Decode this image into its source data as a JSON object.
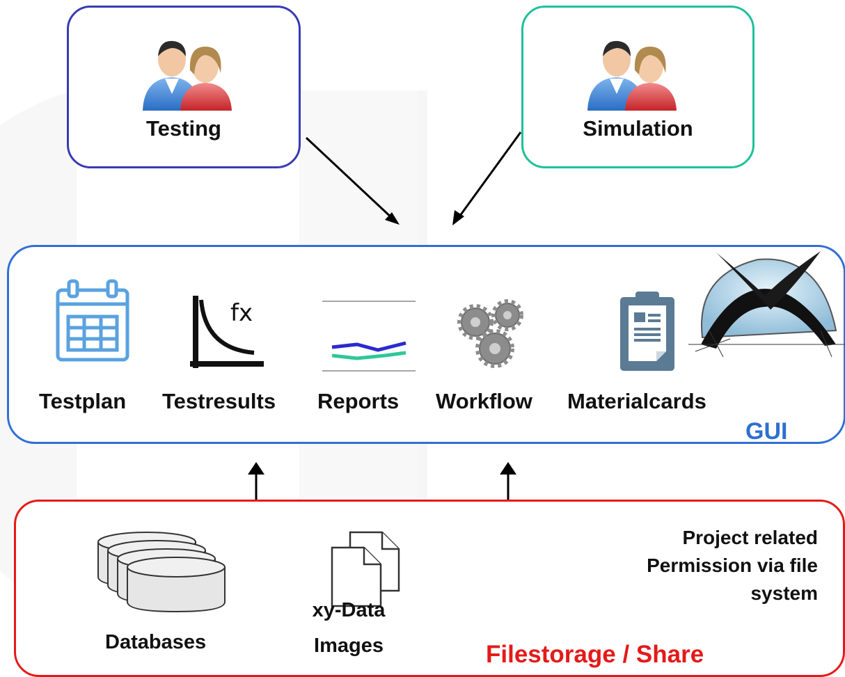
{
  "roles": {
    "testing": {
      "label": "Testing",
      "border_color": "#3a3ab4"
    },
    "simulation": {
      "label": "Simulation",
      "border_color": "#1fc09a"
    }
  },
  "gui": {
    "label": "GUI",
    "label_color": "#2e6fd0",
    "border_color": "#2f6fd6",
    "modules": [
      {
        "label": "Testplan",
        "icon": "calendar-icon"
      },
      {
        "label": "Testresults",
        "icon": "function-curve-icon"
      },
      {
        "label": "Reports",
        "icon": "line-chart-icon"
      },
      {
        "label": "Workflow",
        "icon": "gears-icon"
      },
      {
        "label": "Materialcards",
        "icon": "clipboard-icon"
      }
    ],
    "logo": "sketch-logo"
  },
  "storage": {
    "label": "Filestorage / Share",
    "label_color": "#e41a1a",
    "border_color": "#e41a1a",
    "databases_label": "Databases",
    "files_line1": "xy-Data",
    "files_line2": "Images",
    "note_lines": [
      "Project related",
      "Permission via file",
      "system"
    ]
  }
}
